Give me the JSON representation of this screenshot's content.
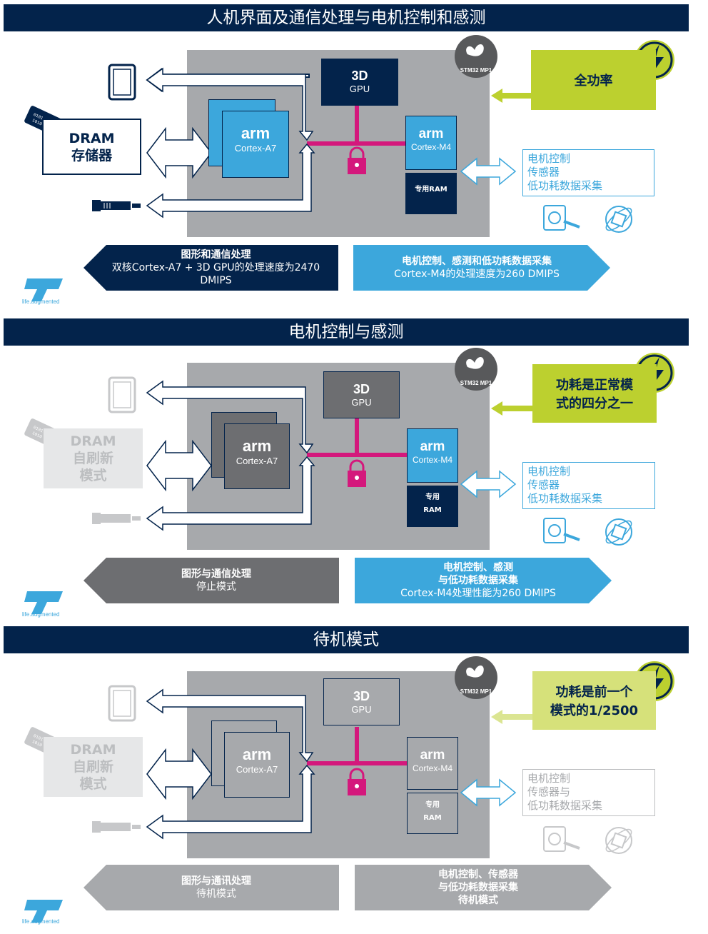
{
  "panels": [
    {
      "header": "人机界面及通信处理与电机控制和感测",
      "dram_lines": [
        "DRAM",
        "存储器"
      ],
      "cortex_a7": {
        "brand": "arm",
        "label": "Cortex-A7"
      },
      "gpu": {
        "big": "3D",
        "small": "GPU"
      },
      "cortex_m4": {
        "brand": "arm",
        "label": "Cortex-M4"
      },
      "ram_label": "专用RAM",
      "stm_badge": {
        "main": "STM32",
        "sub": "MP1"
      },
      "power_text": [
        "全功率"
      ],
      "peripherals": [
        "电机控制",
        "传感器",
        "低功耗数据采集"
      ],
      "left_banner": [
        "图形和通信处理",
        "双核Cortex-A7 + 3D GPU的处理速度为2470",
        "DMIPS"
      ],
      "right_banner": [
        "电机控制、感测和低功耗数据采集",
        "Cortex-M4的处理速度为260 DMIPS"
      ],
      "logo_tag": "life.augmented"
    },
    {
      "header": "电机控制与感测",
      "dram_lines": [
        "DRAM",
        "自刷新",
        "模式"
      ],
      "cortex_a7": {
        "brand": "arm",
        "label": "Cortex-A7"
      },
      "gpu": {
        "big": "3D",
        "small": "GPU"
      },
      "cortex_m4": {
        "brand": "arm",
        "label": "Cortex-M4"
      },
      "ram_label": [
        "专用",
        "RAM"
      ],
      "stm_badge": {
        "main": "STM32",
        "sub": "MP1"
      },
      "power_text": [
        "功耗是正常模",
        "式的四分之一"
      ],
      "peripherals": [
        "电机控制",
        "传感器",
        "低功耗数据采集"
      ],
      "left_banner": [
        "图形与通信处理",
        "停止模式"
      ],
      "right_banner": [
        "电机控制、感测",
        "与低功耗数据采集",
        "Cortex-M4处理性能为260 DMIPS"
      ],
      "logo_tag": "life.augmented"
    },
    {
      "header": "待机模式",
      "dram_lines": [
        "DRAM",
        "自刷新",
        "模式"
      ],
      "cortex_a7": {
        "brand": "arm",
        "label": "Cortex-A7"
      },
      "gpu": {
        "big": "3D",
        "small": "GPU"
      },
      "cortex_m4": {
        "brand": "arm",
        "label": "Cortex-M4"
      },
      "ram_label": [
        "专用",
        "RAM"
      ],
      "stm_badge": {
        "main": "STM32",
        "sub": "MP1"
      },
      "power_text": [
        "功耗是前一个",
        "模式的1/2500"
      ],
      "peripherals": [
        "电机控制",
        "传感器与",
        "低功耗数据采集"
      ],
      "left_banner": [
        "图形与通讯处理",
        "待机模式"
      ],
      "right_banner": [
        "电机控制、传感器",
        "与低功耗数据采集",
        "待机模式"
      ],
      "logo_tag": "life.augmented"
    }
  ],
  "colors": {
    "navy": "#03234b",
    "light_blue": "#3ca7dc",
    "magenta": "#d4187c",
    "lime": "#bcd02f",
    "chip_gray": "#a7a9ac",
    "dark_gray": "#6d6e71",
    "pale_gray": "#e6e7e8"
  }
}
